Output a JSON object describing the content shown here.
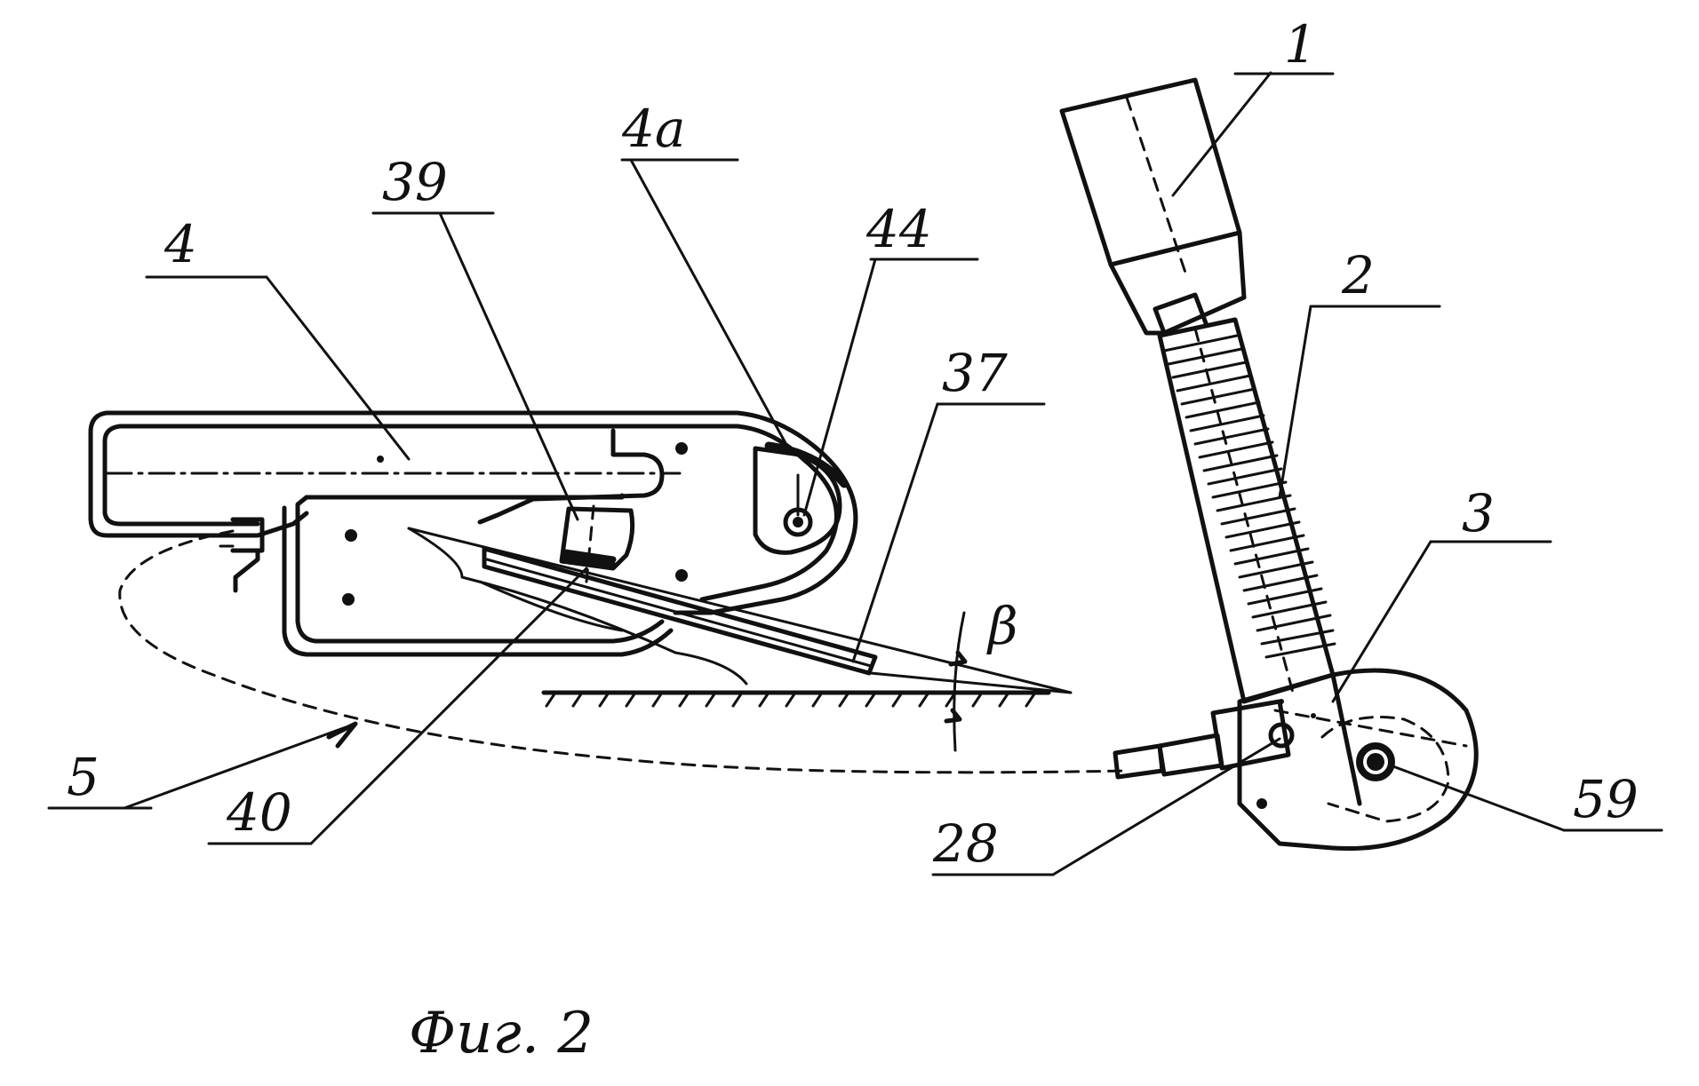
{
  "labels": {
    "l1": "1",
    "l2": "2",
    "l3": "3",
    "l4": "4",
    "l4a": "4a",
    "l5": "5",
    "l28": "28",
    "l37": "37",
    "l39": "39",
    "l40": "40",
    "l44": "44",
    "l59": "59",
    "beta": "β"
  },
  "caption": "Фиг. 2"
}
